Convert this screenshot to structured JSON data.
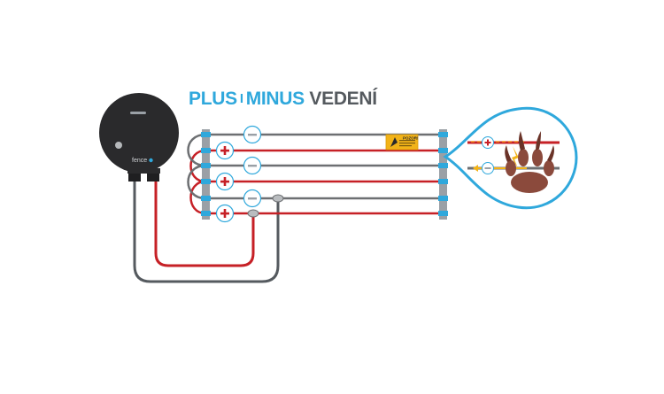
{
  "title": {
    "plus": "PLUS",
    "separator": "I",
    "minus": "MINUS",
    "rest": "VEDENÍ"
  },
  "energizer": {
    "brand": "fence",
    "body_color": "#2a2a2c",
    "accent_color": "#2fa8dc"
  },
  "wires": {
    "plus_color": "#c62026",
    "minus_color": "#6d6f72",
    "post_color": "#2fa8dc"
  },
  "symbols": {
    "plus": "+",
    "minus": "−"
  },
  "warning_sign": {
    "text": "POZOR!",
    "color": "#f2b318"
  },
  "zoom_bubble": {
    "outline_color": "#2fa8dc",
    "paw_color": "#8b4a3c"
  }
}
